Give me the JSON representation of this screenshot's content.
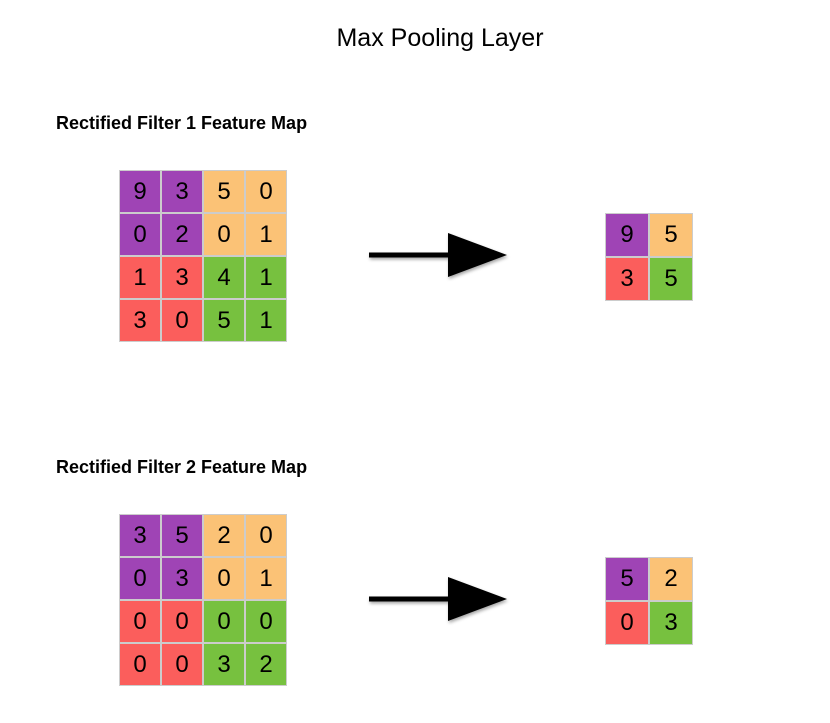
{
  "title": "Max Pooling Layer",
  "colors": {
    "purple": "#9f44b5",
    "orange": "#fbc276",
    "red": "#fb5e5c",
    "green": "#77c13f",
    "grid_line": "#cccccc",
    "arrow": "#000000",
    "text": "#000000",
    "background": "#ffffff"
  },
  "quadrant_colors": [
    [
      "purple",
      "orange"
    ],
    [
      "red",
      "green"
    ]
  ],
  "arrow_icon": "right-arrow-icon",
  "sections": [
    {
      "label": "Rectified Filter 1 Feature Map",
      "feature_map": [
        [
          9,
          3,
          5,
          0
        ],
        [
          0,
          2,
          0,
          1
        ],
        [
          1,
          3,
          4,
          1
        ],
        [
          3,
          0,
          5,
          1
        ]
      ],
      "pooled": [
        [
          9,
          5
        ],
        [
          3,
          5
        ]
      ]
    },
    {
      "label": "Rectified Filter 2 Feature Map",
      "feature_map": [
        [
          3,
          5,
          2,
          0
        ],
        [
          0,
          3,
          0,
          1
        ],
        [
          0,
          0,
          0,
          0
        ],
        [
          0,
          0,
          3,
          2
        ]
      ],
      "pooled": [
        [
          5,
          2
        ],
        [
          0,
          3
        ]
      ]
    }
  ]
}
